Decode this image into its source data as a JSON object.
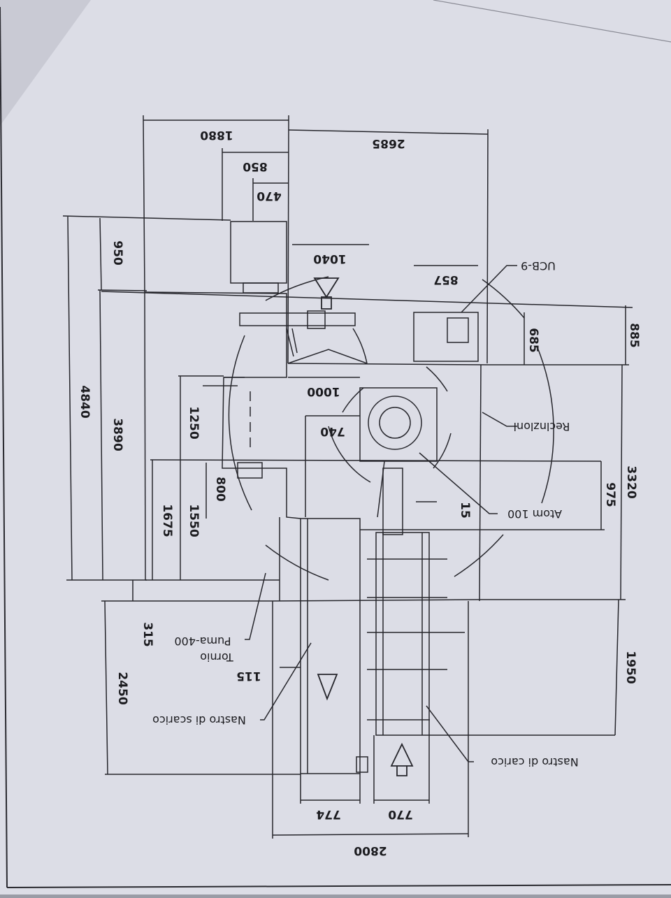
{
  "dimensions": {
    "d1880": "1880",
    "d2685": "2685",
    "d850": "850",
    "d470": "470",
    "d950": "950",
    "d1040": "1040",
    "d857": "857",
    "d885": "885",
    "d685": "685",
    "d1000": "1000",
    "d740": "740",
    "d1250": "1250",
    "d3890": "3890",
    "d4840": "4840",
    "d3320": "3320",
    "d975": "975",
    "d15": "15",
    "d800": "800",
    "d1550": "1550",
    "d1675": "1675",
    "d315": "315",
    "d115": "115",
    "d2450": "2450",
    "d1950": "1950",
    "d774": "774",
    "d770": "770",
    "d2800": "2800"
  },
  "labels": {
    "ucb": "UCB-9",
    "reclusion": "Reclnzlonl",
    "atom": "Atom 100",
    "tornio_line1": "Tornio",
    "tornio_line2": "Puma-400",
    "scarico": "Nastro di scarico",
    "carico": "Nastro di carico"
  },
  "colors": {
    "paper": "#dcdde6",
    "ink": "#26262c",
    "background": "#9a9ca6"
  },
  "icons": [
    "flow-arrow-top-icon",
    "flow-arrow-middle-icon",
    "flow-arrow-bottom-icon"
  ]
}
